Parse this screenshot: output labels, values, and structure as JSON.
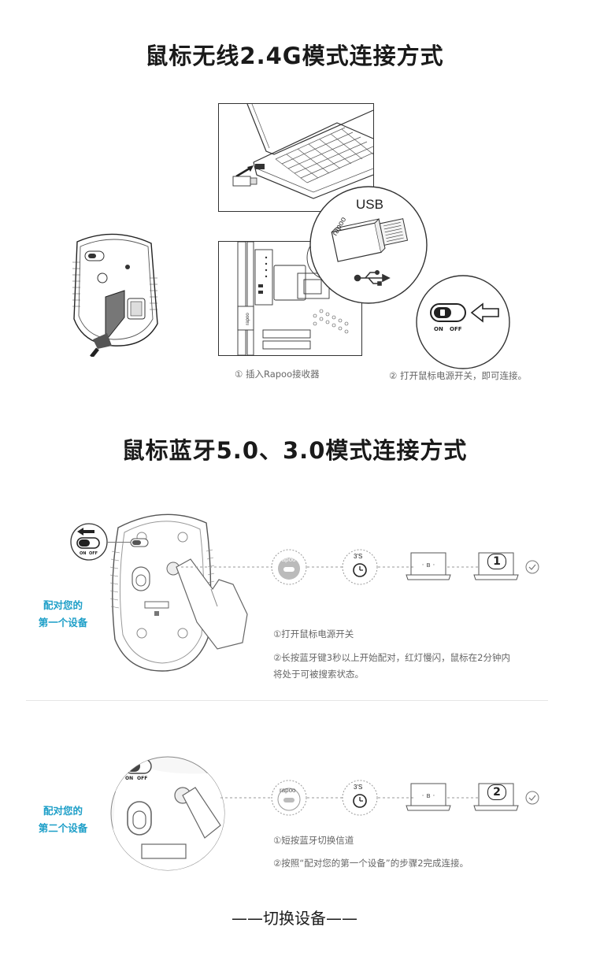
{
  "section1": {
    "title": "鼠标无线2.4G模式连接方式",
    "usb_label": "USB",
    "receiver_brand": "rapoo",
    "switch_on": "ON",
    "switch_off": "OFF",
    "caption_1": "① 插入Rapoo接收器",
    "caption_2": "② 打开鼠标电源开关，即可连接。"
  },
  "section2": {
    "title": "鼠标蓝牙5.0、3.0模式连接方式",
    "device1": {
      "label_line1": "配对您的",
      "label_line2": "第一个设备",
      "switch_on": "ON",
      "switch_off": "OFF",
      "button_brand": "rapoo",
      "timer": "3'S",
      "laptop_number": "1",
      "step_1": "①打开鼠标电源开关",
      "step_2_line1": "②长按蓝牙键3秒以上开始配对，红灯慢闪，鼠标在2分钟内",
      "step_2_line2": "将处于可被搜索状态。"
    },
    "device2": {
      "label_line1": "配对您的",
      "label_line2": "第二个设备",
      "switch_on": "ON",
      "switch_off": "OFF",
      "button_brand": "rapoo",
      "timer": "3'S",
      "laptop_number": "2",
      "step_1": "①短按蓝牙切换信道",
      "step_2": "②按照“配对您的第一个设备”的步骤2完成连接。"
    }
  },
  "footer": {
    "text": "——切换设备——"
  },
  "colors": {
    "accent": "#1e9fc8",
    "text": "#1a1a1a",
    "caption": "#666666",
    "line": "#999999"
  }
}
